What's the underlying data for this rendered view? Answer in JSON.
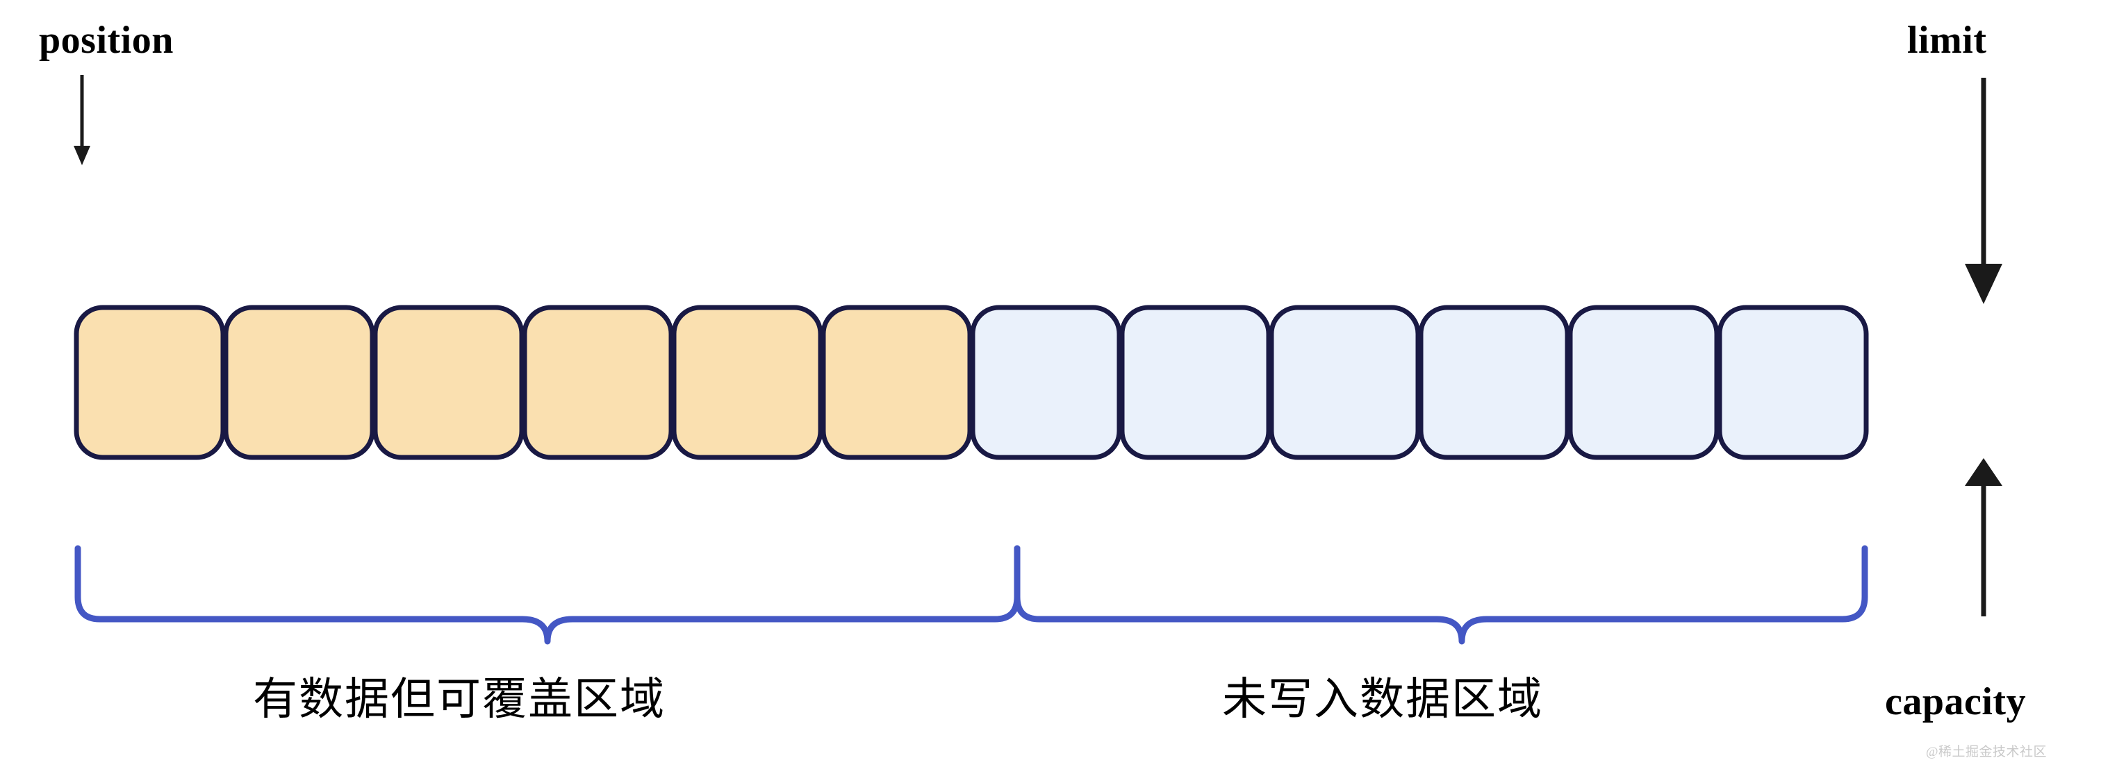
{
  "diagram": {
    "title_semantic": "java-nio-buffer-position-limit-capacity",
    "background_color": "#ffffff",
    "labels": {
      "position": "position",
      "limit": "limit",
      "capacity": "capacity",
      "region_left": "有数据但可覆盖区域",
      "region_right": "未写入数据区域"
    },
    "watermark": "@稀土掘金技术社区",
    "colors": {
      "cell_border": "#191944",
      "cell_filled": "#FAE0B0",
      "cell_empty": "#EAF1FB",
      "brace": "#4457C4",
      "arrow": "#1a1a1a",
      "text": "#000000",
      "watermark": "#c9c9c9"
    },
    "buffer": {
      "total_cells": 12,
      "filled_cells": 6,
      "empty_cells": 6,
      "cells": [
        {
          "index": 0,
          "state": "filled"
        },
        {
          "index": 1,
          "state": "filled"
        },
        {
          "index": 2,
          "state": "filled"
        },
        {
          "index": 3,
          "state": "filled"
        },
        {
          "index": 4,
          "state": "filled"
        },
        {
          "index": 5,
          "state": "filled"
        },
        {
          "index": 6,
          "state": "empty"
        },
        {
          "index": 7,
          "state": "empty"
        },
        {
          "index": 8,
          "state": "empty"
        },
        {
          "index": 9,
          "state": "empty"
        },
        {
          "index": 10,
          "state": "empty"
        },
        {
          "index": 11,
          "state": "empty"
        }
      ]
    },
    "markers": {
      "position_points_to_cell": 0,
      "limit_points_to_index": 12,
      "capacity_points_to_index": 12
    },
    "braces": [
      {
        "name": "left-brace",
        "label": "有数据但可覆盖区域",
        "spans_cells": [
          0,
          5
        ]
      },
      {
        "name": "right-brace",
        "label": "未写入数据区域",
        "spans_cells": [
          6,
          11
        ]
      }
    ]
  }
}
